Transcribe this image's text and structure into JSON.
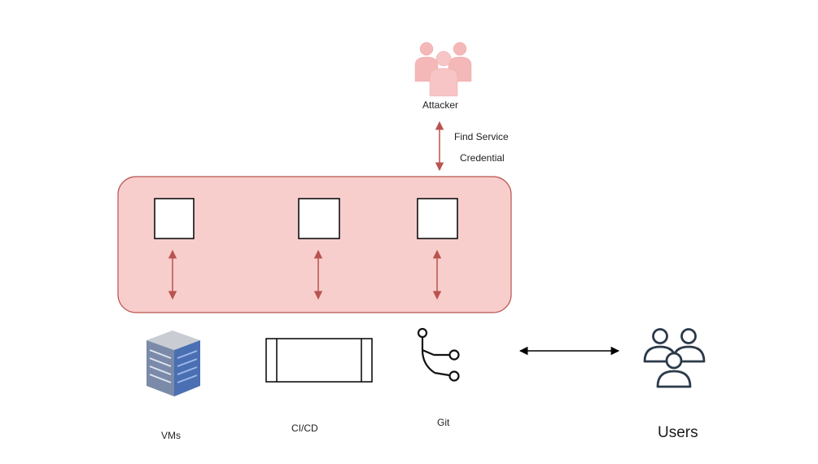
{
  "nodes": {
    "attacker": {
      "label": "Attacker",
      "icon": "attacker-group-icon",
      "color": "#f4b8b8"
    },
    "vms": {
      "label": "VMs",
      "icon": "server-rack-icon"
    },
    "cicd": {
      "label": "CI/CD",
      "icon": "process-box-icon"
    },
    "git": {
      "label": "Git",
      "icon": "git-branch-icon"
    },
    "users": {
      "label": "Users",
      "icon": "users-group-icon",
      "color": "#2b3a4a"
    }
  },
  "edges": {
    "attacker_link": {
      "label_line1": "Find Service",
      "label_line2": "Credential",
      "color": "#b85450"
    }
  },
  "zone": {
    "fill": "#f8cecc",
    "stroke": "#b85450"
  }
}
